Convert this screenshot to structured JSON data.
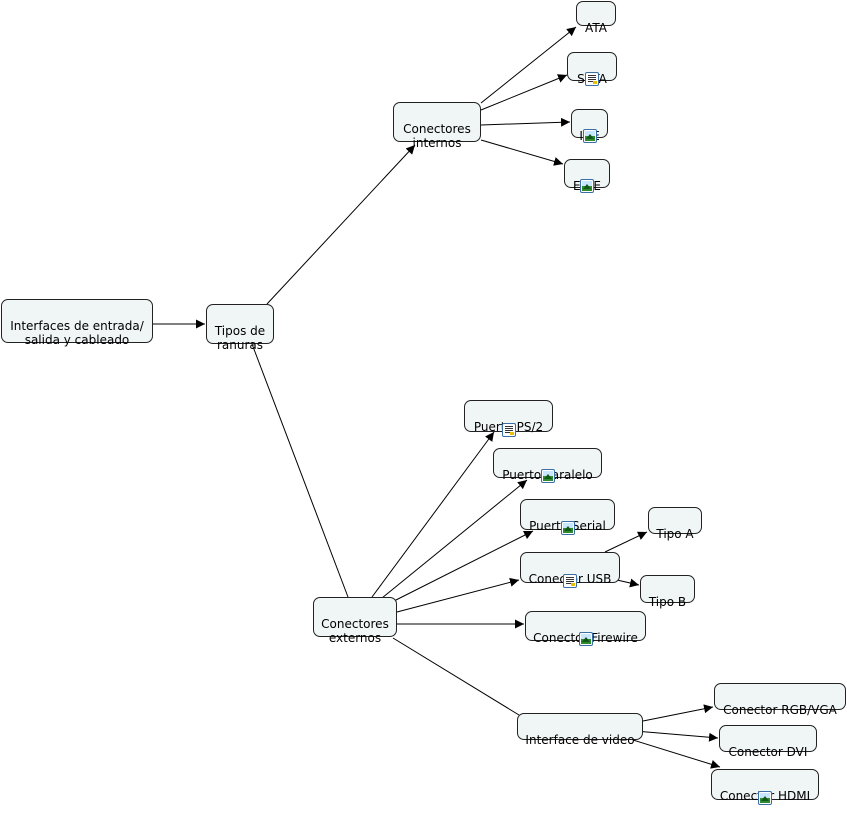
{
  "map": {
    "root": "Interfaces de entrada/\nsalida y cableado",
    "tipos": "Tipos de\nranuras",
    "internos": "Conectores\ninternos",
    "ata": "ATA",
    "sata": "SATA",
    "ide": "IDE",
    "eide": "EIDE",
    "externos": "Conectores\nexternos",
    "ps2": "Puerto PS/2",
    "paralelo": "Puerto Paralelo",
    "serial": "Puerto Serial",
    "usb": "Conector USB",
    "tipo_a": "Tipo A",
    "tipo_b": "Tipo B",
    "firewire": "Conector Firewire",
    "video": "Interface de video",
    "rgb": "Conector RGB/VGA",
    "dvi": "Conector DVI",
    "hdmi": "Conector HDMI"
  }
}
